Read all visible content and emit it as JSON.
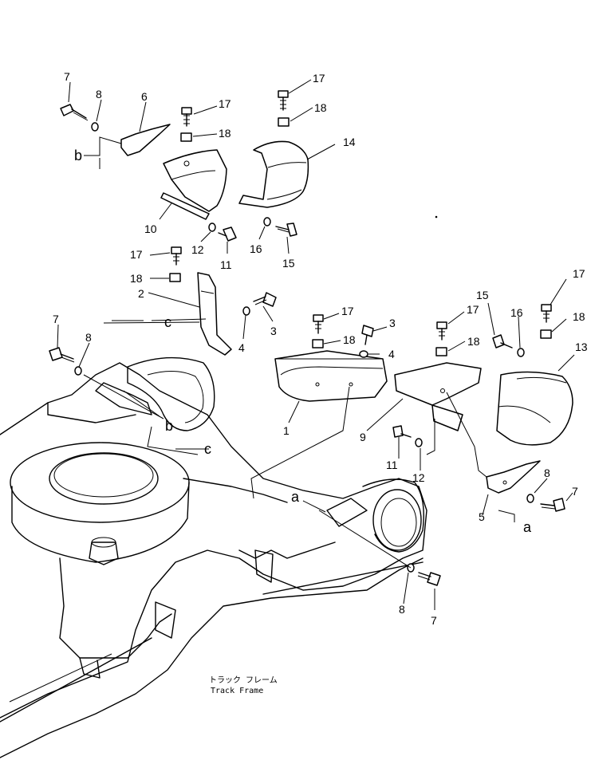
{
  "caption": {
    "jp": "トラック フレーム",
    "en": "Track Frame"
  },
  "part_numbers": [
    "1",
    "2",
    "3",
    "4",
    "5",
    "6",
    "7",
    "8",
    "9",
    "10",
    "11",
    "12",
    "13",
    "14",
    "15",
    "16",
    "17",
    "18"
  ],
  "ref_letters": [
    "a",
    "b",
    "c"
  ],
  "callouts": {
    "c7a": "7",
    "c8a": "8",
    "c6": "6",
    "c17a": "17",
    "c18a": "18",
    "b1": "b",
    "c10": "10",
    "c12a": "12",
    "c11a": "11",
    "c17b": "17",
    "c18b": "18",
    "c14": "14",
    "c16a": "16",
    "c15a": "15",
    "c17c": "17",
    "c18c": "18",
    "c2": "2",
    "cc1": "c",
    "c3a": "3",
    "c4a": "4",
    "c7b": "7",
    "c8b": "8",
    "b2": "b",
    "cc2": "c",
    "c17d": "17",
    "c18d": "18",
    "c3b": "3",
    "c4b": "4",
    "c1": "1",
    "c17e": "17",
    "c18e": "18",
    "c9": "9",
    "c11b": "11",
    "c12b": "12",
    "c15b": "15",
    "c16b": "16",
    "c17f": "17",
    "c18f": "18",
    "c13": "13",
    "c8c": "8",
    "c7c": "7",
    "c5": "5",
    "a1": "a",
    "a2": "a",
    "c8d": "8",
    "c7d": "7"
  }
}
